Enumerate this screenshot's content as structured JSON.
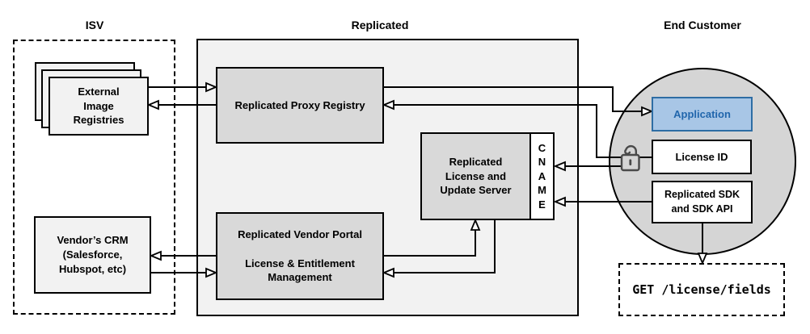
{
  "sections": {
    "isv": {
      "label": "ISV"
    },
    "replicated": {
      "label": "Replicated"
    },
    "end_customer": {
      "label": "End Customer"
    }
  },
  "nodes": {
    "external_image_registries": {
      "label": "External\nImage\nRegistries"
    },
    "vendors_crm": {
      "label": "Vendor’s CRM\n(Salesforce,\nHubspot, etc)"
    },
    "replicated_proxy_registry": {
      "label": "Replicated Proxy Registry"
    },
    "replicated_license_update_server": {
      "label": "Replicated\nLicense and\nUpdate Server"
    },
    "cname": {
      "label": "CNAME"
    },
    "replicated_vendor_portal": {
      "label": "Replicated Vendor Portal\n\nLicense & Entitlement\nManagement"
    },
    "application": {
      "label": "Application"
    },
    "license_id": {
      "label": "License ID"
    },
    "replicated_sdk": {
      "label": "Replicated SDK\nand SDK API"
    },
    "get_license_fields": {
      "label": "GET /license/fields"
    }
  },
  "icons": {
    "lock": "open-padlock"
  },
  "colors": {
    "application_fill": "#a8c6e6",
    "application_border": "#2e6da4",
    "application_text": "#2166ac",
    "replicated_container_fill": "#f2f2f2",
    "inner_node_fill": "#d9d9d9",
    "customer_circle_fill": "#d5d5d5",
    "line_color": "#000000",
    "lock_stroke": "#4a4a4a"
  }
}
